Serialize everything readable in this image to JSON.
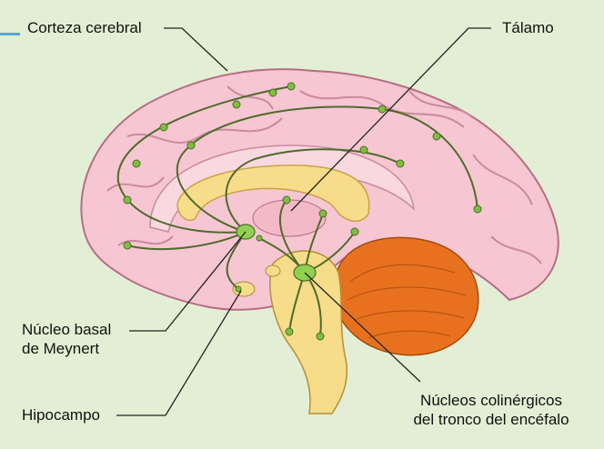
{
  "labels": {
    "corteza": "Corteza cerebral",
    "talamo": "Tálamo",
    "basal_line1": "Núcleo basal",
    "basal_line2": "de Meynert",
    "hipocampo": "Hipocampo",
    "nucleos_line1": "Núcleos colinérgicos",
    "nucleos_line2": "del tronco del encéfalo"
  },
  "colors": {
    "background": "#e3efd4",
    "accent_bar": "#5aa6cf",
    "cortex_fill": "#f6c6d2",
    "cortex_stroke": "#b56e84",
    "corpus_fill": "#f7dc8a",
    "cerebellum_fill": "#e8711f",
    "brainstem_fill": "#f7dc8a",
    "pathway": "#4d6b2a",
    "nucleus": "#8fd14f"
  }
}
